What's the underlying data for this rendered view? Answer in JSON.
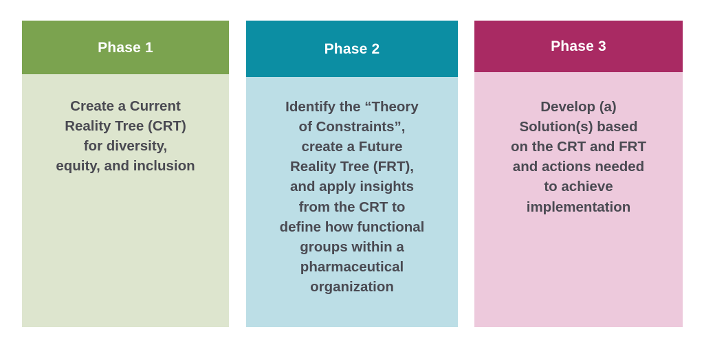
{
  "diagram": {
    "type": "three-phase-process",
    "background_color": "#ffffff",
    "body_text_color": "#4a4a52",
    "phases": [
      {
        "id": "phase-1",
        "header_label": "Phase 1",
        "header_color": "#7ba34f",
        "body_color": "#dde5ce",
        "body_text": "Create a Current\nReality Tree (CRT)\nfor diversity,\nequity, and inclusion"
      },
      {
        "id": "phase-2",
        "header_label": "Phase 2",
        "header_color": "#0c8ea3",
        "body_color": "#bcdee6",
        "body_text": "Identify the “Theory\nof Constraints”,\ncreate a Future\nReality Tree (FRT),\nand apply insights\nfrom the CRT to\ndefine how functional\ngroups within a\npharmaceutical\norganization"
      },
      {
        "id": "phase-3",
        "header_label": "Phase 3",
        "header_color": "#a92a63",
        "body_color": "#edc9dc",
        "body_text": "Develop (a)\nSolution(s) based\non the CRT and FRT\nand actions needed\nto achieve\nimplementation"
      }
    ]
  }
}
